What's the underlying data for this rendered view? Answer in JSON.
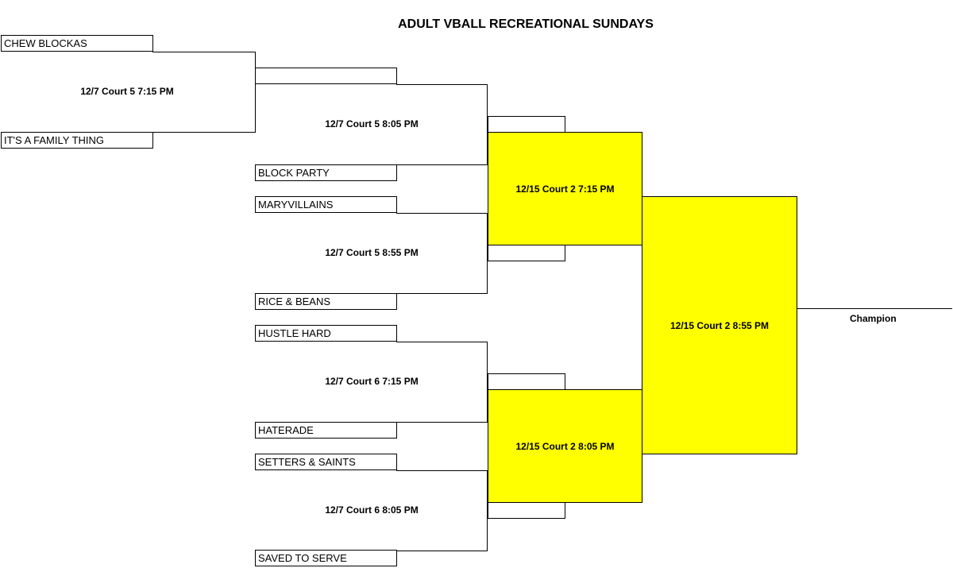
{
  "title": "ADULT VBALL RECREATIONAL SUNDAYS",
  "teams": {
    "t1": "CHEW BLOCKAS",
    "t2": "IT'S A FAMILY THING",
    "t3": "BLOCK PARTY",
    "t4": "MARYVILLAINS",
    "t5": "RICE & BEANS",
    "t6": "HUSTLE HARD",
    "t7": "HATERADE",
    "t8": "SETTERS & SAINTS",
    "t9": "SAVED TO SERVE"
  },
  "games": {
    "g1": "12/7 Court 5 7:15 PM",
    "g2": "12/7 Court 5 8:05 PM",
    "g3": "12/7 Court 5 8:55 PM",
    "g4": "12/7 Court 6 7:15 PM",
    "g5": "12/7 Court 6 8:05 PM",
    "g6": "12/15 Court 2 7:15 PM",
    "g7": "12/15 Court 2 8:05 PM",
    "g8": "12/15 Court 2 8:55 PM"
  },
  "champion_label": "Champion",
  "colors": {
    "highlight": "#ffff00",
    "line": "#000000"
  }
}
